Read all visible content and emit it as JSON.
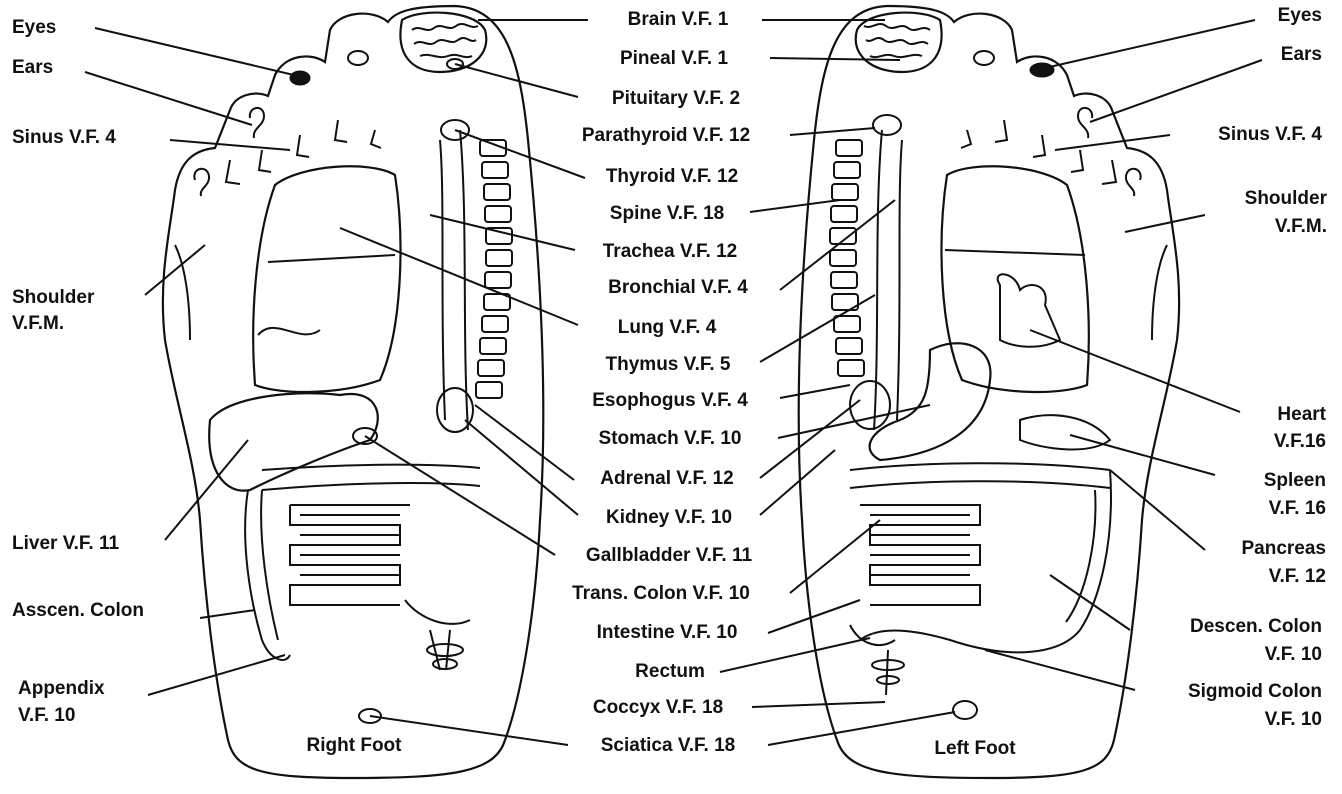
{
  "feet": {
    "right_caption": "Right Foot",
    "left_caption": "Left Foot"
  },
  "labels": {
    "left_side": {
      "eyes": "Eyes",
      "ears": "Ears",
      "sinus": "Sinus V.F. 4",
      "shoulder_1": "Shoulder",
      "shoulder_2": "V.F.M.",
      "liver": "Liver V.F. 11",
      "ascen_colon": "Asscen. Colon",
      "appendix_1": "Appendix",
      "appendix_2": "V.F. 10"
    },
    "center": {
      "brain": "Brain V.F. 1",
      "pineal": "Pineal V.F. 1",
      "pituitary": "Pituitary V.F. 2",
      "parathyroid": "Parathyroid V.F. 12",
      "thyroid": "Thyroid V.F. 12",
      "spine": "Spine V.F. 18",
      "trachea": "Trachea V.F. 12",
      "bronchial": "Bronchial V.F. 4",
      "lung": "Lung V.F. 4",
      "thymus": "Thymus V.F. 5",
      "esophogus": "Esophogus V.F. 4",
      "stomach": "Stomach V.F. 10",
      "adrenal": "Adrenal V.F. 12",
      "kidney": "Kidney V.F. 10",
      "gallbladder": "Gallbladder V.F. 11",
      "trans_colon": "Trans. Colon V.F. 10",
      "intestine": "Intestine V.F. 10",
      "rectum": "Rectum",
      "coccyx": "Coccyx V.F. 18",
      "sciatica": "Sciatica V.F. 18"
    },
    "right_side": {
      "eyes": "Eyes",
      "ears": "Ears",
      "sinus": "Sinus V.F. 4",
      "shoulder_1": "Shoulder",
      "shoulder_2": "V.F.M.",
      "heart_1": "Heart",
      "heart_2": "V.F.16",
      "spleen_1": "Spleen",
      "spleen_2": "V.F. 16",
      "pancreas_1": "Pancreas",
      "pancreas_2": "V.F. 12",
      "descen_colon_1": "Descen. Colon",
      "descen_colon_2": "V.F. 10",
      "sigmoid_colon_1": "Sigmoid Colon",
      "sigmoid_colon_2": "V.F. 10"
    }
  }
}
